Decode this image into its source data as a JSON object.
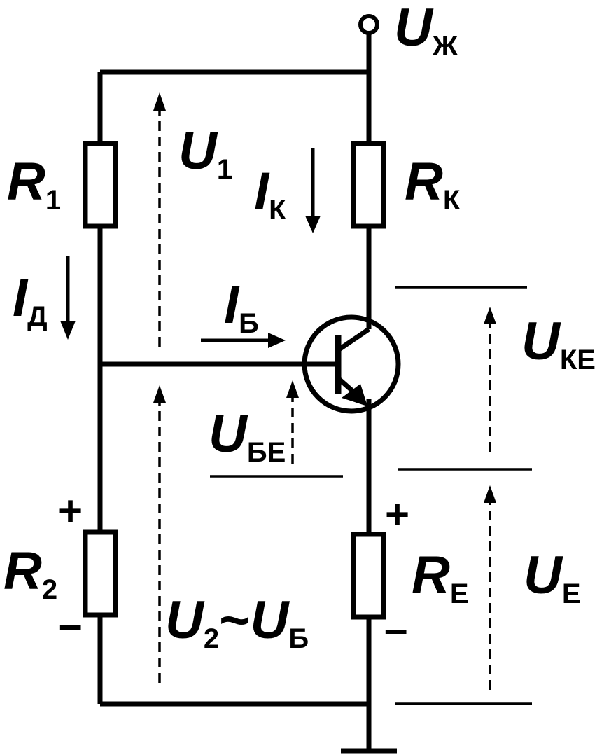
{
  "labels": {
    "supply": {
      "main": "U",
      "sub": "Ж"
    },
    "r1": {
      "main": "R",
      "sub": "1"
    },
    "r2": {
      "main": "R",
      "sub": "2"
    },
    "rk": {
      "main": "R",
      "sub": "К"
    },
    "re": {
      "main": "R",
      "sub": "Е"
    },
    "u1": {
      "main": "U",
      "sub": "1"
    },
    "ik": {
      "main": "I",
      "sub": "К"
    },
    "id": {
      "main": "I",
      "sub": "Д"
    },
    "ib": {
      "main": "I",
      "sub": "Б"
    },
    "uke": {
      "main": "U",
      "sub": "КЕ"
    },
    "ube": {
      "main": "U",
      "sub": "БЕ"
    },
    "ue": {
      "main": "U",
      "sub": "Е"
    },
    "u2": {
      "main": "U",
      "sub": "2",
      "tilde": "~",
      "main2": "U",
      "sub2": "Б"
    }
  },
  "signs": {
    "r2_plus": "+",
    "r2_minus": "–",
    "re_plus": "+",
    "re_minus": "–"
  },
  "colors": {
    "line": "#000000",
    "background": "#ffffff"
  }
}
